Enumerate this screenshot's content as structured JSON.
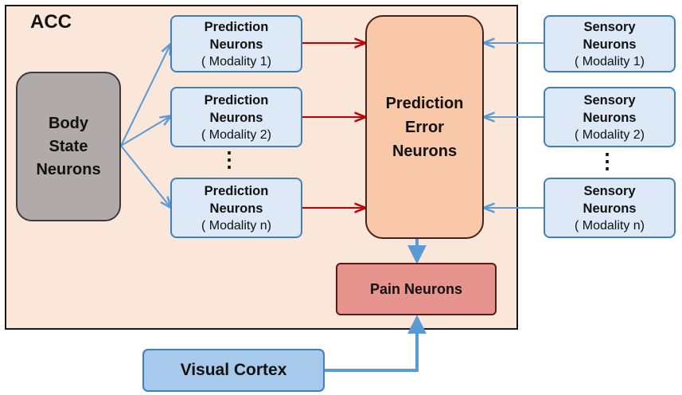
{
  "acc_label": "ACC",
  "body_state": {
    "line1": "Body",
    "line2": "State",
    "line3": "Neurons"
  },
  "prediction_neurons": [
    {
      "line1": "Prediction",
      "line2": "Neurons",
      "line3": "( Modality 1)"
    },
    {
      "line1": "Prediction",
      "line2": "Neurons",
      "line3": "( Modality 2)"
    },
    {
      "line1": "Prediction",
      "line2": "Neurons",
      "line3": "( Modality n)"
    }
  ],
  "prediction_error": {
    "line1": "Prediction",
    "line2": "Error",
    "line3": "Neurons"
  },
  "sensory_neurons": [
    {
      "line1": "Sensory",
      "line2": "Neurons",
      "line3": "( Modality 1)"
    },
    {
      "line1": "Sensory",
      "line2": "Neurons",
      "line3": "( Modality 2)"
    },
    {
      "line1": "Sensory",
      "line2": "Neurons",
      "line3": "( Modality n)"
    }
  ],
  "pain_neurons": "Pain Neurons",
  "visual_cortex": "Visual Cortex",
  "ellipsis": "⋮",
  "colors": {
    "acc_fill": "#fbe6da",
    "blue_arrow": "#5b9bd5",
    "red_arrow": "#c00000",
    "box_border_blue": "#3f7fc0"
  }
}
